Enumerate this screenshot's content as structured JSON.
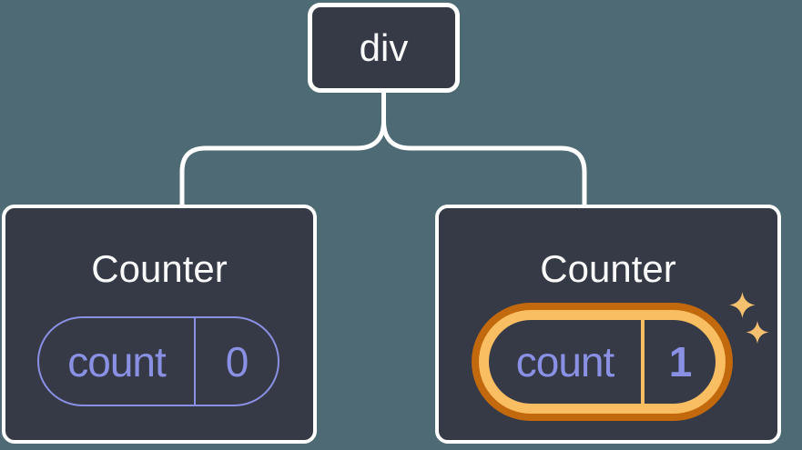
{
  "diagram": {
    "type": "react-component-tree",
    "root_node": {
      "label": "div"
    },
    "children": [
      {
        "title": "Counter",
        "state": {
          "key": "count",
          "value": "0",
          "highlighted": false
        }
      },
      {
        "title": "Counter",
        "state": {
          "key": "count",
          "value": "1",
          "highlighted": true
        }
      }
    ],
    "icons": {
      "sparkle_large": "sparkle-icon",
      "sparkle_small": "sparkle-icon"
    },
    "colors": {
      "background": "#4E6B75",
      "node_fill": "#353A46",
      "node_border": "#FFFFFF",
      "connector": "#FFFFFF",
      "text": "#FAFAFA",
      "state_accent": "#8A90E4",
      "highlight_outer": "#C2690E",
      "highlight_inner": "#F9BD62",
      "sparkle": "#F6C16F"
    }
  }
}
